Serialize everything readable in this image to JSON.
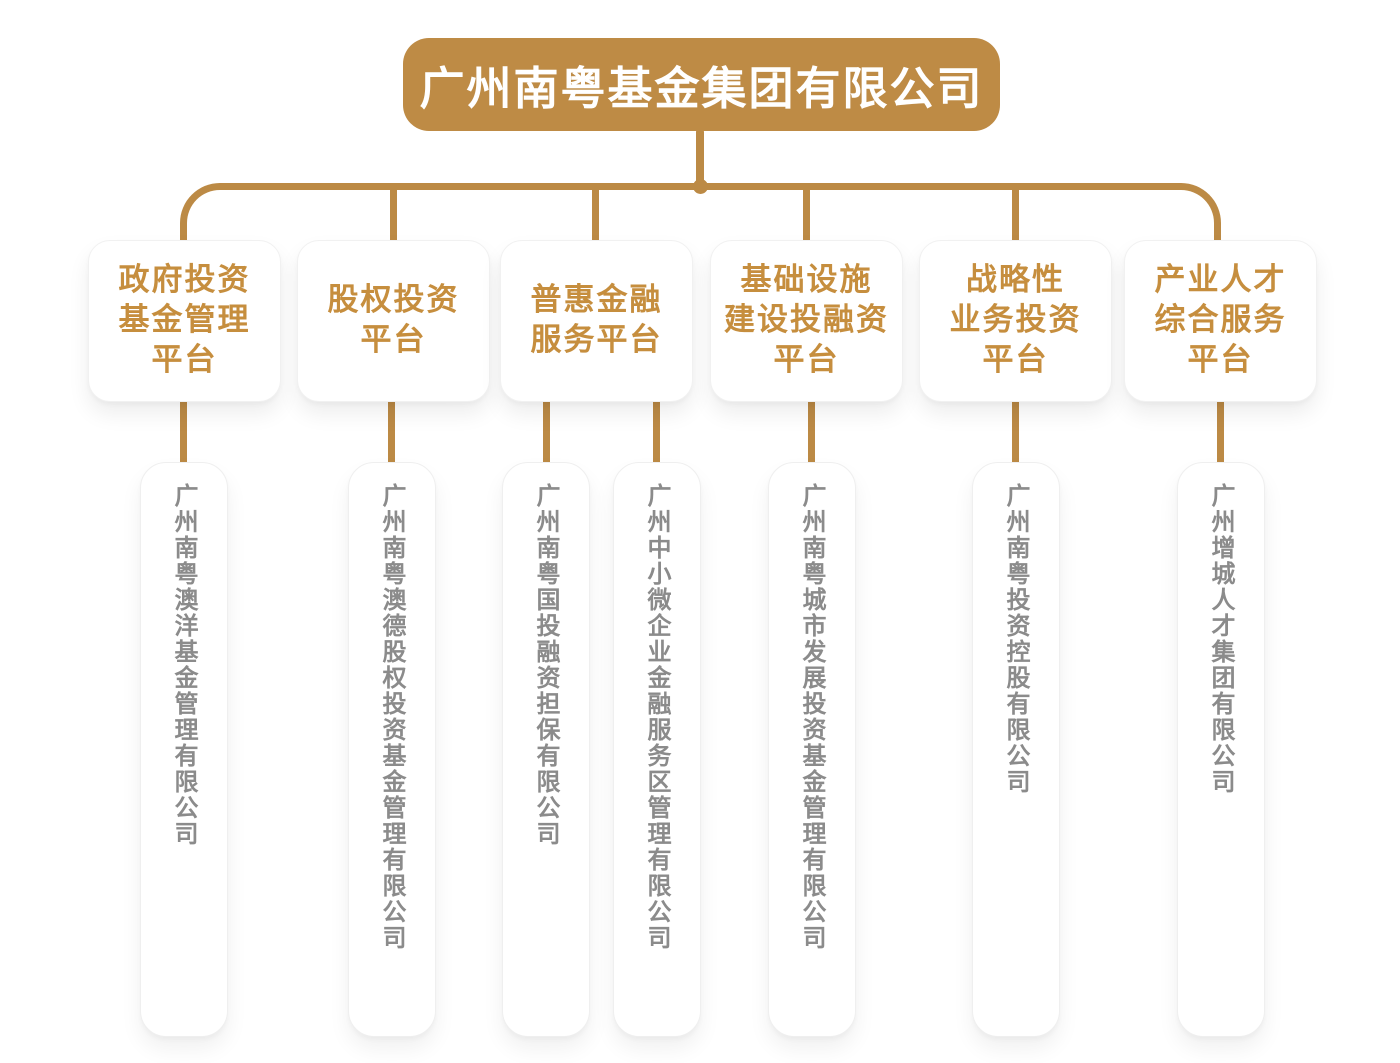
{
  "root": {
    "label": "广州南粤基金集团有限公司"
  },
  "platforms": [
    {
      "label": "政府投资\n基金管理\n平台"
    },
    {
      "label": "股权投资\n平台"
    },
    {
      "label": "普惠金融\n服务平台"
    },
    {
      "label": "基础设施\n建设投融资\n平台"
    },
    {
      "label": "战略性\n业务投资\n平台"
    },
    {
      "label": "产业人才\n综合服务\n平台"
    }
  ],
  "subsidiaries": [
    {
      "name": "广州南粤澳洋基金管理有限公司"
    },
    {
      "name": "广州南粤澳德股权投资基金管理有限公司"
    },
    {
      "name": "广州南粤国投融资担保有限公司"
    },
    {
      "name": "广州中小微企业金融服务区管理有限公司"
    },
    {
      "name": "广州南粤城市发展投资基金管理有限公司"
    },
    {
      "name": "广州南粤投资控股有限公司"
    },
    {
      "name": "广州增城人才集团有限公司"
    }
  ],
  "colors": {
    "gold": "#BE8B45",
    "gold_line": "#BC8A45",
    "gold_text": "#C68E3E",
    "gray_text": "#8B8B8B",
    "card_bg": "#FFFFFF"
  }
}
